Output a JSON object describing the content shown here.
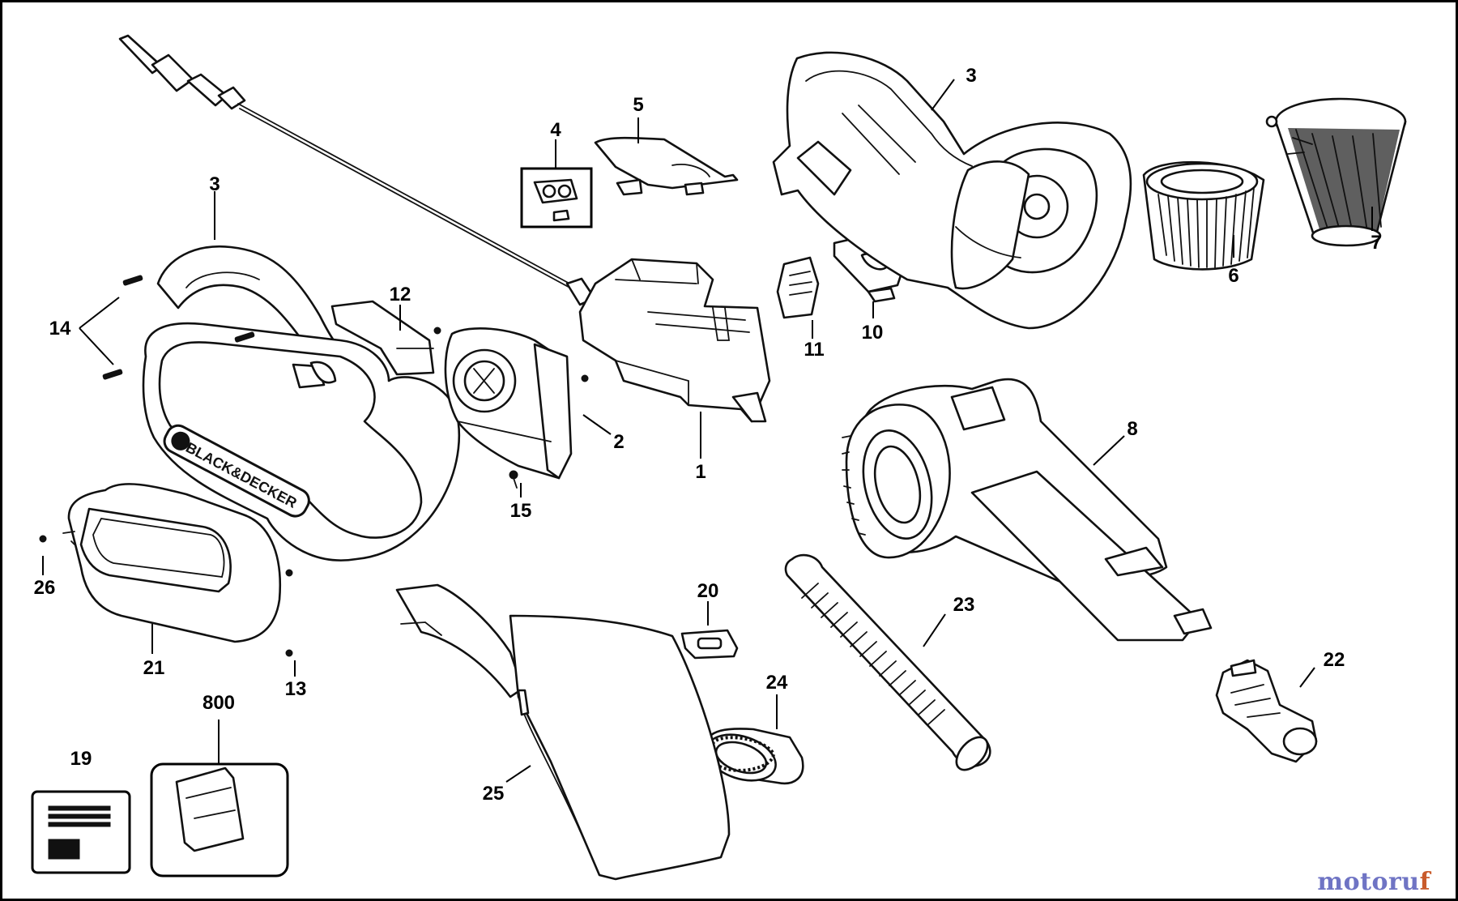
{
  "diagram": {
    "brand_badge": "BLACK&DECKER",
    "callouts": {
      "p1": "1",
      "p2": "2",
      "p3_left": "3",
      "p3_right": "3",
      "p4": "4",
      "p5": "5",
      "p6": "6",
      "p7": "7",
      "p8": "8",
      "p10": "10",
      "p11": "11",
      "p12": "12",
      "p13": "13",
      "p14": "14",
      "p15": "15",
      "p19": "19",
      "p20": "20",
      "p21": "21",
      "p22": "22",
      "p23": "23",
      "p24": "24",
      "p25": "25",
      "p26": "26",
      "p800": "800"
    }
  },
  "watermark": {
    "part1": "motoru",
    "part2": "f"
  }
}
